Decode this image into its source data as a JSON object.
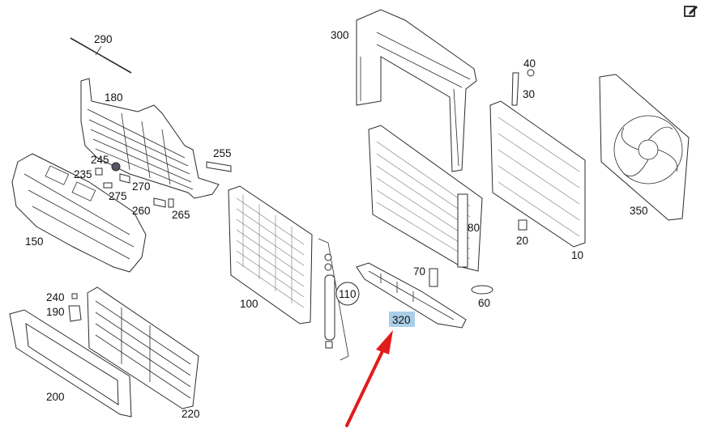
{
  "labels": {
    "p290": "290",
    "p180": "180",
    "p300": "300",
    "p40": "40",
    "p30": "30",
    "p255": "255",
    "p245": "245",
    "p235": "235",
    "p275": "275",
    "p270": "270",
    "p260": "260",
    "p265": "265",
    "p150": "150",
    "p350": "350",
    "p80": "80",
    "p20": "20",
    "p10": "10",
    "p70": "70",
    "p60": "60",
    "p110": "110",
    "p100": "100",
    "p240": "240",
    "p190": "190",
    "p320": "320",
    "p200": "200",
    "p220": "220"
  },
  "highlight": {
    "part": "320",
    "color": "#a9cfe8",
    "arrow_color": "#e31b1b"
  },
  "toolbar": {
    "edit_icon": "edit-icon"
  }
}
